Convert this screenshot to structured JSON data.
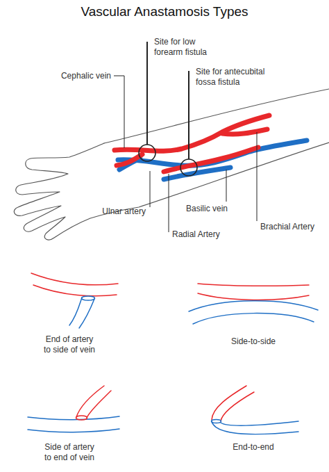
{
  "diagram": {
    "title": "Vascular Anastamosis Types",
    "labels": [
      "Site for low forearm fistula",
      "Cephalic vein",
      "Site for antecubital fossa fistula",
      "Ulnar artery",
      "Radial Artery",
      "Basilic vein",
      "Brachial Artery",
      "End of artery to side of vein",
      "Side-to-side",
      "Side of artery to end of vein",
      "End-to-end"
    ]
  }
}
